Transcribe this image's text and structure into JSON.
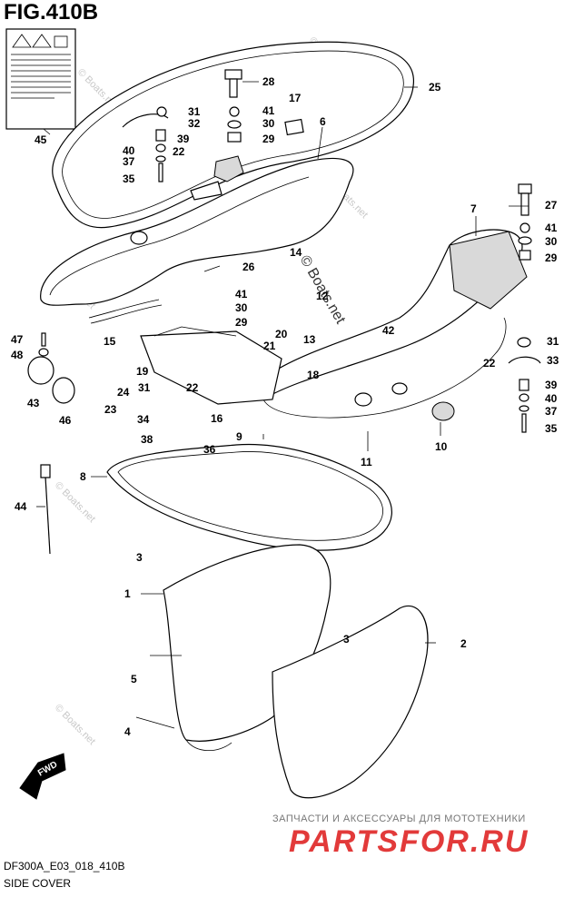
{
  "figure": {
    "title": "FIG.410B",
    "model_code": "DF300A_E03_018_410B",
    "caption": "SIDE COVER"
  },
  "callouts": [
    "1",
    "2",
    "3",
    "4",
    "5",
    "6",
    "7",
    "8",
    "9",
    "10",
    "11",
    "12",
    "13",
    "14",
    "15",
    "16",
    "17",
    "18",
    "19",
    "20",
    "21",
    "22",
    "23",
    "24",
    "25",
    "26",
    "27",
    "28",
    "29",
    "30",
    "31",
    "32",
    "33",
    "34",
    "35",
    "36",
    "37",
    "38",
    "39",
    "40",
    "41",
    "42",
    "43",
    "44",
    "45",
    "46",
    "47",
    "48"
  ],
  "fwd_badge": "FWD",
  "watermarks": {
    "site": "© Boats.net",
    "partner_tagline": "ЗАПЧАСТИ И АКСЕССУАРЫ ДЛЯ МОТОТЕХНИКИ",
    "partner_brand": "PARTSFOR.RU"
  }
}
